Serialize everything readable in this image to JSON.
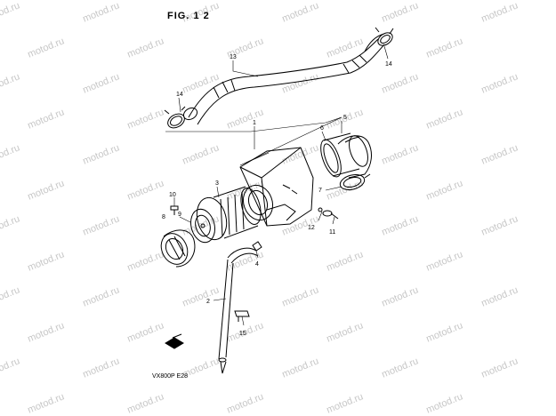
{
  "figure": {
    "title": "FIG. 1 2",
    "model_code": "VX800P  E28"
  },
  "watermark": "motod.ru",
  "callouts": {
    "c1": "1",
    "c2": "2",
    "c3": "3",
    "c4": "4",
    "c5": "5",
    "c6": "6",
    "c7": "7",
    "c8": "8",
    "c9": "9",
    "c10": "10",
    "c11": "11",
    "c12": "12",
    "c13": "13",
    "c14a": "14",
    "c14b": "14",
    "c15": "15"
  },
  "colors": {
    "line": "#000000",
    "watermark": "#c7c7c7",
    "background": "#ffffff"
  }
}
